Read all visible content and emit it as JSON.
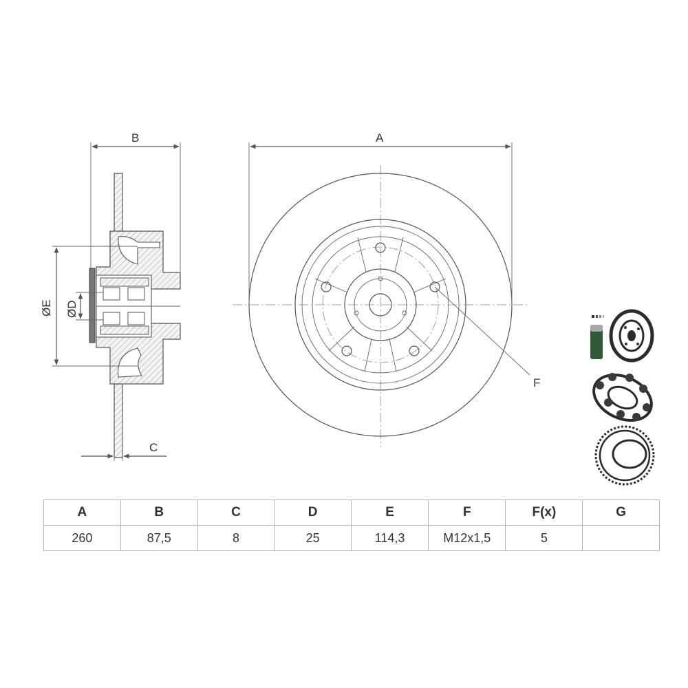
{
  "labels": {
    "dim_a": "A",
    "dim_b": "B",
    "dim_c": "C",
    "dim_d": "ØD",
    "dim_e": "ØE",
    "dim_f": "F"
  },
  "icons": [
    "abs-sensor-icon",
    "bearing-icon",
    "abs-ring-icon"
  ],
  "table": {
    "headers": [
      "A",
      "B",
      "C",
      "D",
      "E",
      "F",
      "F(x)",
      "G"
    ],
    "values": [
      "260",
      "87,5",
      "8",
      "25",
      "114,3",
      "M12x1,5",
      "5",
      ""
    ]
  }
}
